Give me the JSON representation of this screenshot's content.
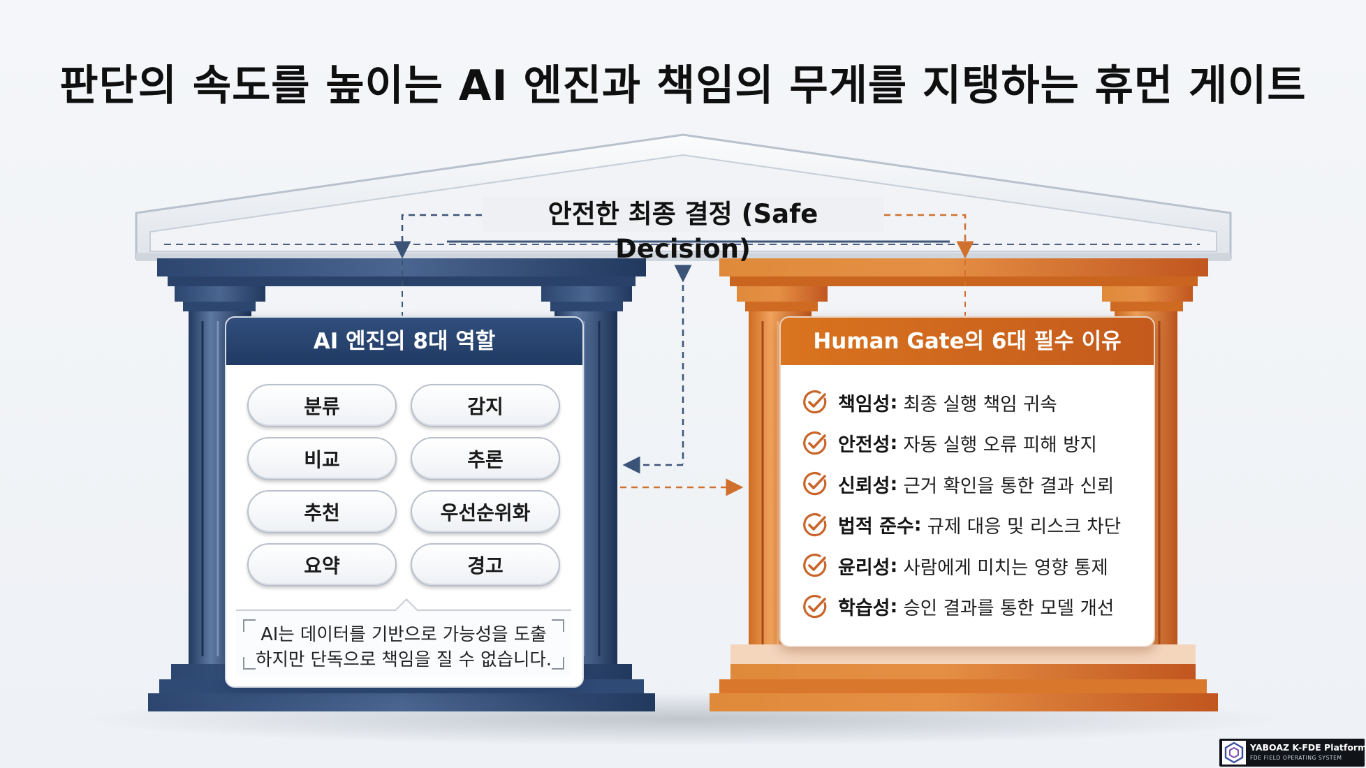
{
  "title": "판단의 속도를 높이는 AI 엔진과 책임의 무게를 지탱하는 휴먼 게이트",
  "roof": {
    "label": "안전한 최종 결정 (Safe Decision)"
  },
  "ai_engine": {
    "header": "AI 엔진의 8대 역할",
    "roles": [
      "분류",
      "감지",
      "비교",
      "추론",
      "추천",
      "우선순위화",
      "요약",
      "경고"
    ],
    "note_line1": "AI는 데이터를 기반으로 가능성을 도출",
    "note_line2": "하지만 단독으로 책임을 질 수 없습니다."
  },
  "human_gate": {
    "header": "Human Gate의 6대 필수 이유",
    "reasons": [
      {
        "key": "책임성",
        "desc": "최종 실행 책임 귀속"
      },
      {
        "key": "안전성",
        "desc": "자동 실행 오류 피해 방지"
      },
      {
        "key": "신뢰성",
        "desc": "근거 확인을 통한 결과 신뢰"
      },
      {
        "key": "법적 준수",
        "desc": "규제 대응 및 리스크 차단"
      },
      {
        "key": "윤리성",
        "desc": "사람에게 미치는 영향 통제"
      },
      {
        "key": "학습성",
        "desc": "승인 결과를 통한 모델 개선"
      }
    ]
  },
  "badge": {
    "title": "YABOAZ K-FDE Platform",
    "subtitle": "FDE FIELD OPERATING SYSTEM"
  },
  "colors": {
    "ai_navy": "#1f3a63",
    "human_orange": "#d9741f",
    "check": "#c9652a"
  },
  "icons": [
    "check-circle-icon",
    "arrow-icon",
    "platform-logo-icon"
  ]
}
